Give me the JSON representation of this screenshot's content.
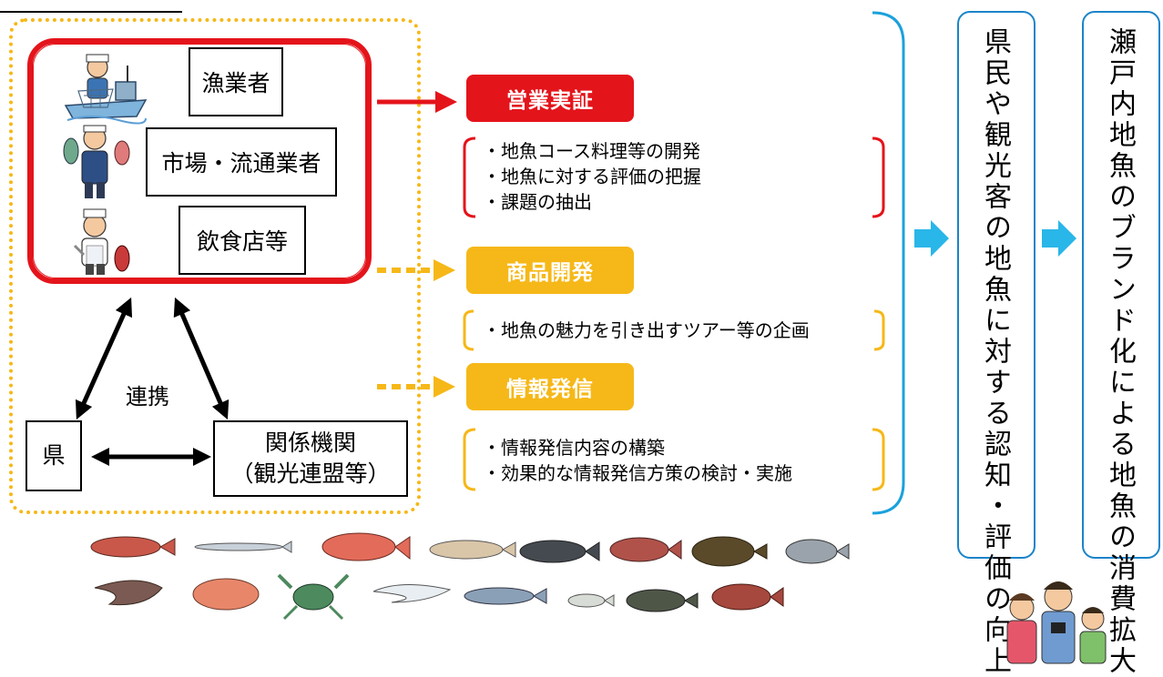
{
  "actors": {
    "fisher": "漁業者",
    "market": "市場・流通業者",
    "restaurant": "飲食店等"
  },
  "cooperation_label": "連携",
  "stakeholders": {
    "prefecture": "県",
    "orgs_line1": "関係機関",
    "orgs_line2": "（観光連盟等）"
  },
  "initiatives": [
    {
      "title": "営業実証",
      "items": [
        "・地魚コース料理等の開発",
        "・地魚に対する評価の把握",
        "・課題の抽出"
      ]
    },
    {
      "title": "商品開発",
      "items": [
        "・地魚の魅力を引き出すツアー等の企画"
      ]
    },
    {
      "title": "情報発信",
      "items": [
        "・情報発信内容の構築",
        "・効果的な情報発信方策の検討・実施"
      ]
    }
  ],
  "outcomes": [
    "県民や観光客の地魚に対する認知・評価の向上",
    "瀬戸内地魚のブランド化による地魚の消費拡大"
  ],
  "colors": {
    "red": "#e4141b",
    "yellow": "#f6b818",
    "blue": "#1b84c9",
    "cyan_arrow": "#29b6e8"
  }
}
